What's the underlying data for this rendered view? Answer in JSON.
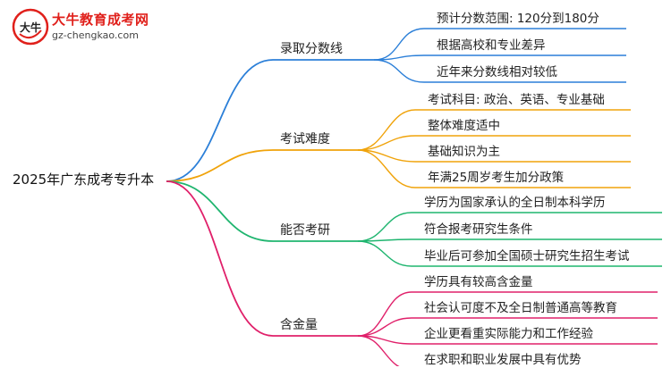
{
  "logo": {
    "title": "大牛教育成考网",
    "url": "gz-chengkao.com",
    "mark_text": "大牛"
  },
  "root": {
    "label": "2025年广东成考专升本"
  },
  "branches": [
    {
      "label": "录取分数线",
      "color": "#2b7fd8",
      "items": [
        "预计分数范围: 120分到180分",
        "根据高校和专业差异",
        "近年来分数线相对较低"
      ]
    },
    {
      "label": "考试难度",
      "color": "#f0a30a",
      "items": [
        "考试科目: 政治、英语、专业基础",
        "整体难度适中",
        "基础知识为主",
        "年满25周岁考生加分政策"
      ]
    },
    {
      "label": "能否考研",
      "color": "#1fb56f",
      "items": [
        "学历为国家承认的全日制本科学历",
        "符合报考研究生条件",
        "毕业后可参加全国硕士研究生招生考试"
      ]
    },
    {
      "label": "含金量",
      "color": "#e0206a",
      "items": [
        "学历具有较高含金量",
        "社会认可度不及全日制普通高等教育",
        "企业更看重实际能力和工作经验",
        "在求职和职业发展中具有优势"
      ]
    }
  ]
}
